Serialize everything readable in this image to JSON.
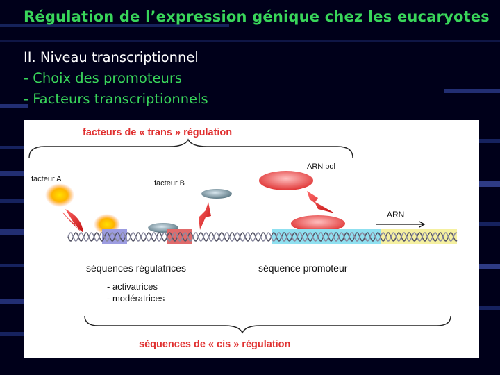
{
  "slide": {
    "title": "Régulation de l’expression génique chez les eucaryotes",
    "lines": [
      "II. Niveau transcriptionnel",
      "- Choix des promoteurs",
      "- Facteurs transcriptionnels"
    ]
  },
  "figure": {
    "top_heading": "facteurs de « trans » régulation",
    "factor_a": "facteur A",
    "factor_b": "facteur B",
    "rna_pol": "ARN pol",
    "rna": "ARN",
    "regulatory_sequences": "séquences régulatrices",
    "promoter_sequence": "séquence promoteur",
    "activators": "- activatrices",
    "moderators": "- modératrices",
    "bottom_heading": "séquences de « cis » régulation"
  },
  "colors": {
    "title_green": "#39d65a",
    "heading_red": "#e03030",
    "regulatory_blue": "#9c9ce0",
    "regulatory_red": "#e06a6a",
    "promoter_cyan": "#8fe0f0",
    "gene_yellow": "#f5f0a0"
  }
}
